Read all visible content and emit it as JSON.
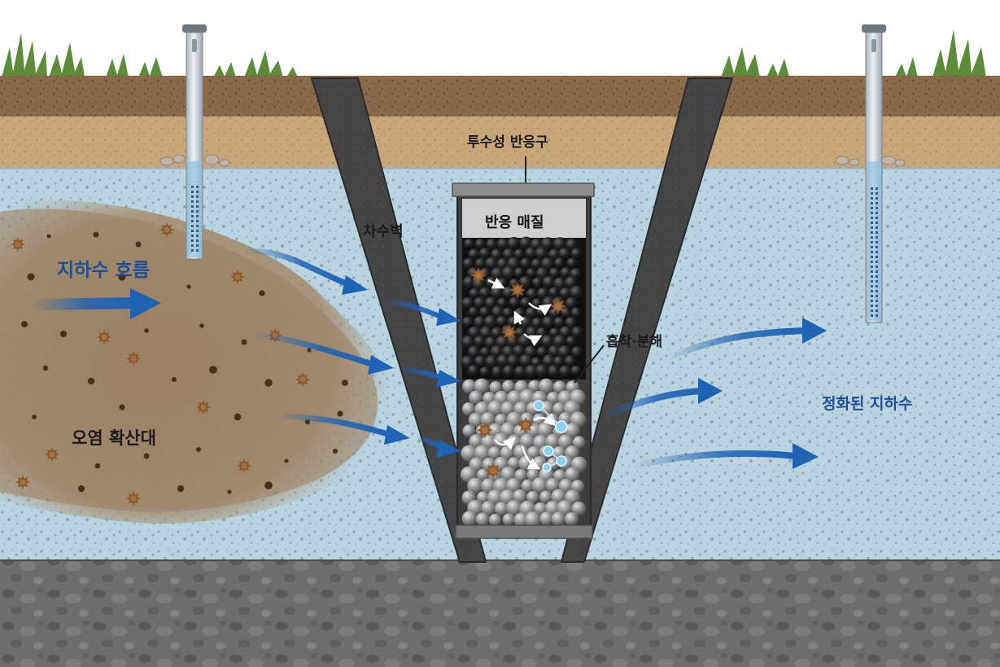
{
  "labels": {
    "groundwater_flow": "지하수 흐름",
    "contaminant_plume": "오염 확산대",
    "barrier_wall": "차수벽",
    "prb": "투수성 반응구",
    "reactive_media": "반응 매질",
    "reaction": "흡착·분해",
    "treated_groundwater": "정화된 지하수"
  },
  "icons": {
    "well_left": "monitoring-well-icon",
    "well_right": "monitoring-well-icon",
    "flow_arrow": "flow-arrow-icon",
    "contaminant": "contaminant-particle-icon",
    "molecule": "molecule-icon"
  },
  "colors": {
    "sky": "#ffffff",
    "topsoil": "#8a6a4a",
    "sand": "#c9a57a",
    "aquifer": "#b9d3df",
    "bedrock": "#6e6e6e",
    "plume": "#9c8161",
    "wall": "#4a4a4a",
    "arrow": "#1f63b5",
    "label_blue": "#1f4f95"
  }
}
